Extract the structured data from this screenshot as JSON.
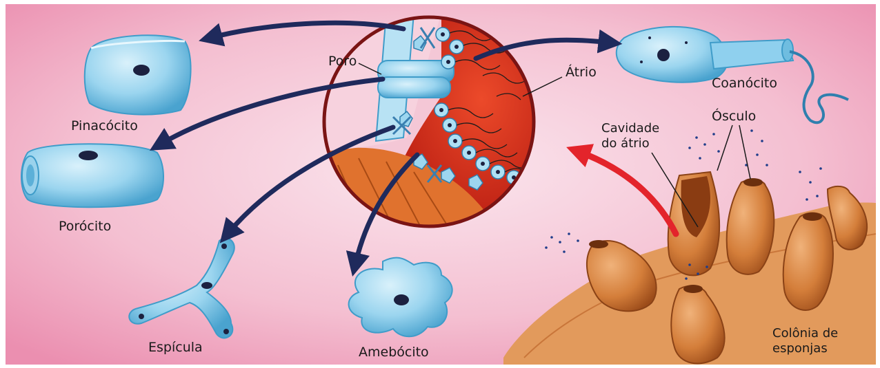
{
  "labels": {
    "poro": "Poro",
    "atrio": "Átrio",
    "pinacocito": "Pinacócito",
    "porocito": "Porócito",
    "espicula": "Espícula",
    "amebocito": "Amebócito",
    "coanocito": "Coanócito",
    "osculo": "Ósculo",
    "cavidade_do_atrio": "Cavidade\ndo átrio",
    "colonia_de_esponjas": "Colônia de\nesponjas"
  },
  "colors": {
    "background": "#f2a6bf",
    "background_light": "#f7d3df",
    "cell_blue": "#8fd0ee",
    "cell_blue_dark": "#3f9cc9",
    "nucleus": "#1c2140",
    "arrow_navy": "#1f2a5c",
    "arrow_red": "#e3242b",
    "atrium_red": "#d42a1a",
    "circle_border": "#7a1414",
    "sponge_orange": "#d8843e",
    "sponge_dark": "#8a4216"
  }
}
